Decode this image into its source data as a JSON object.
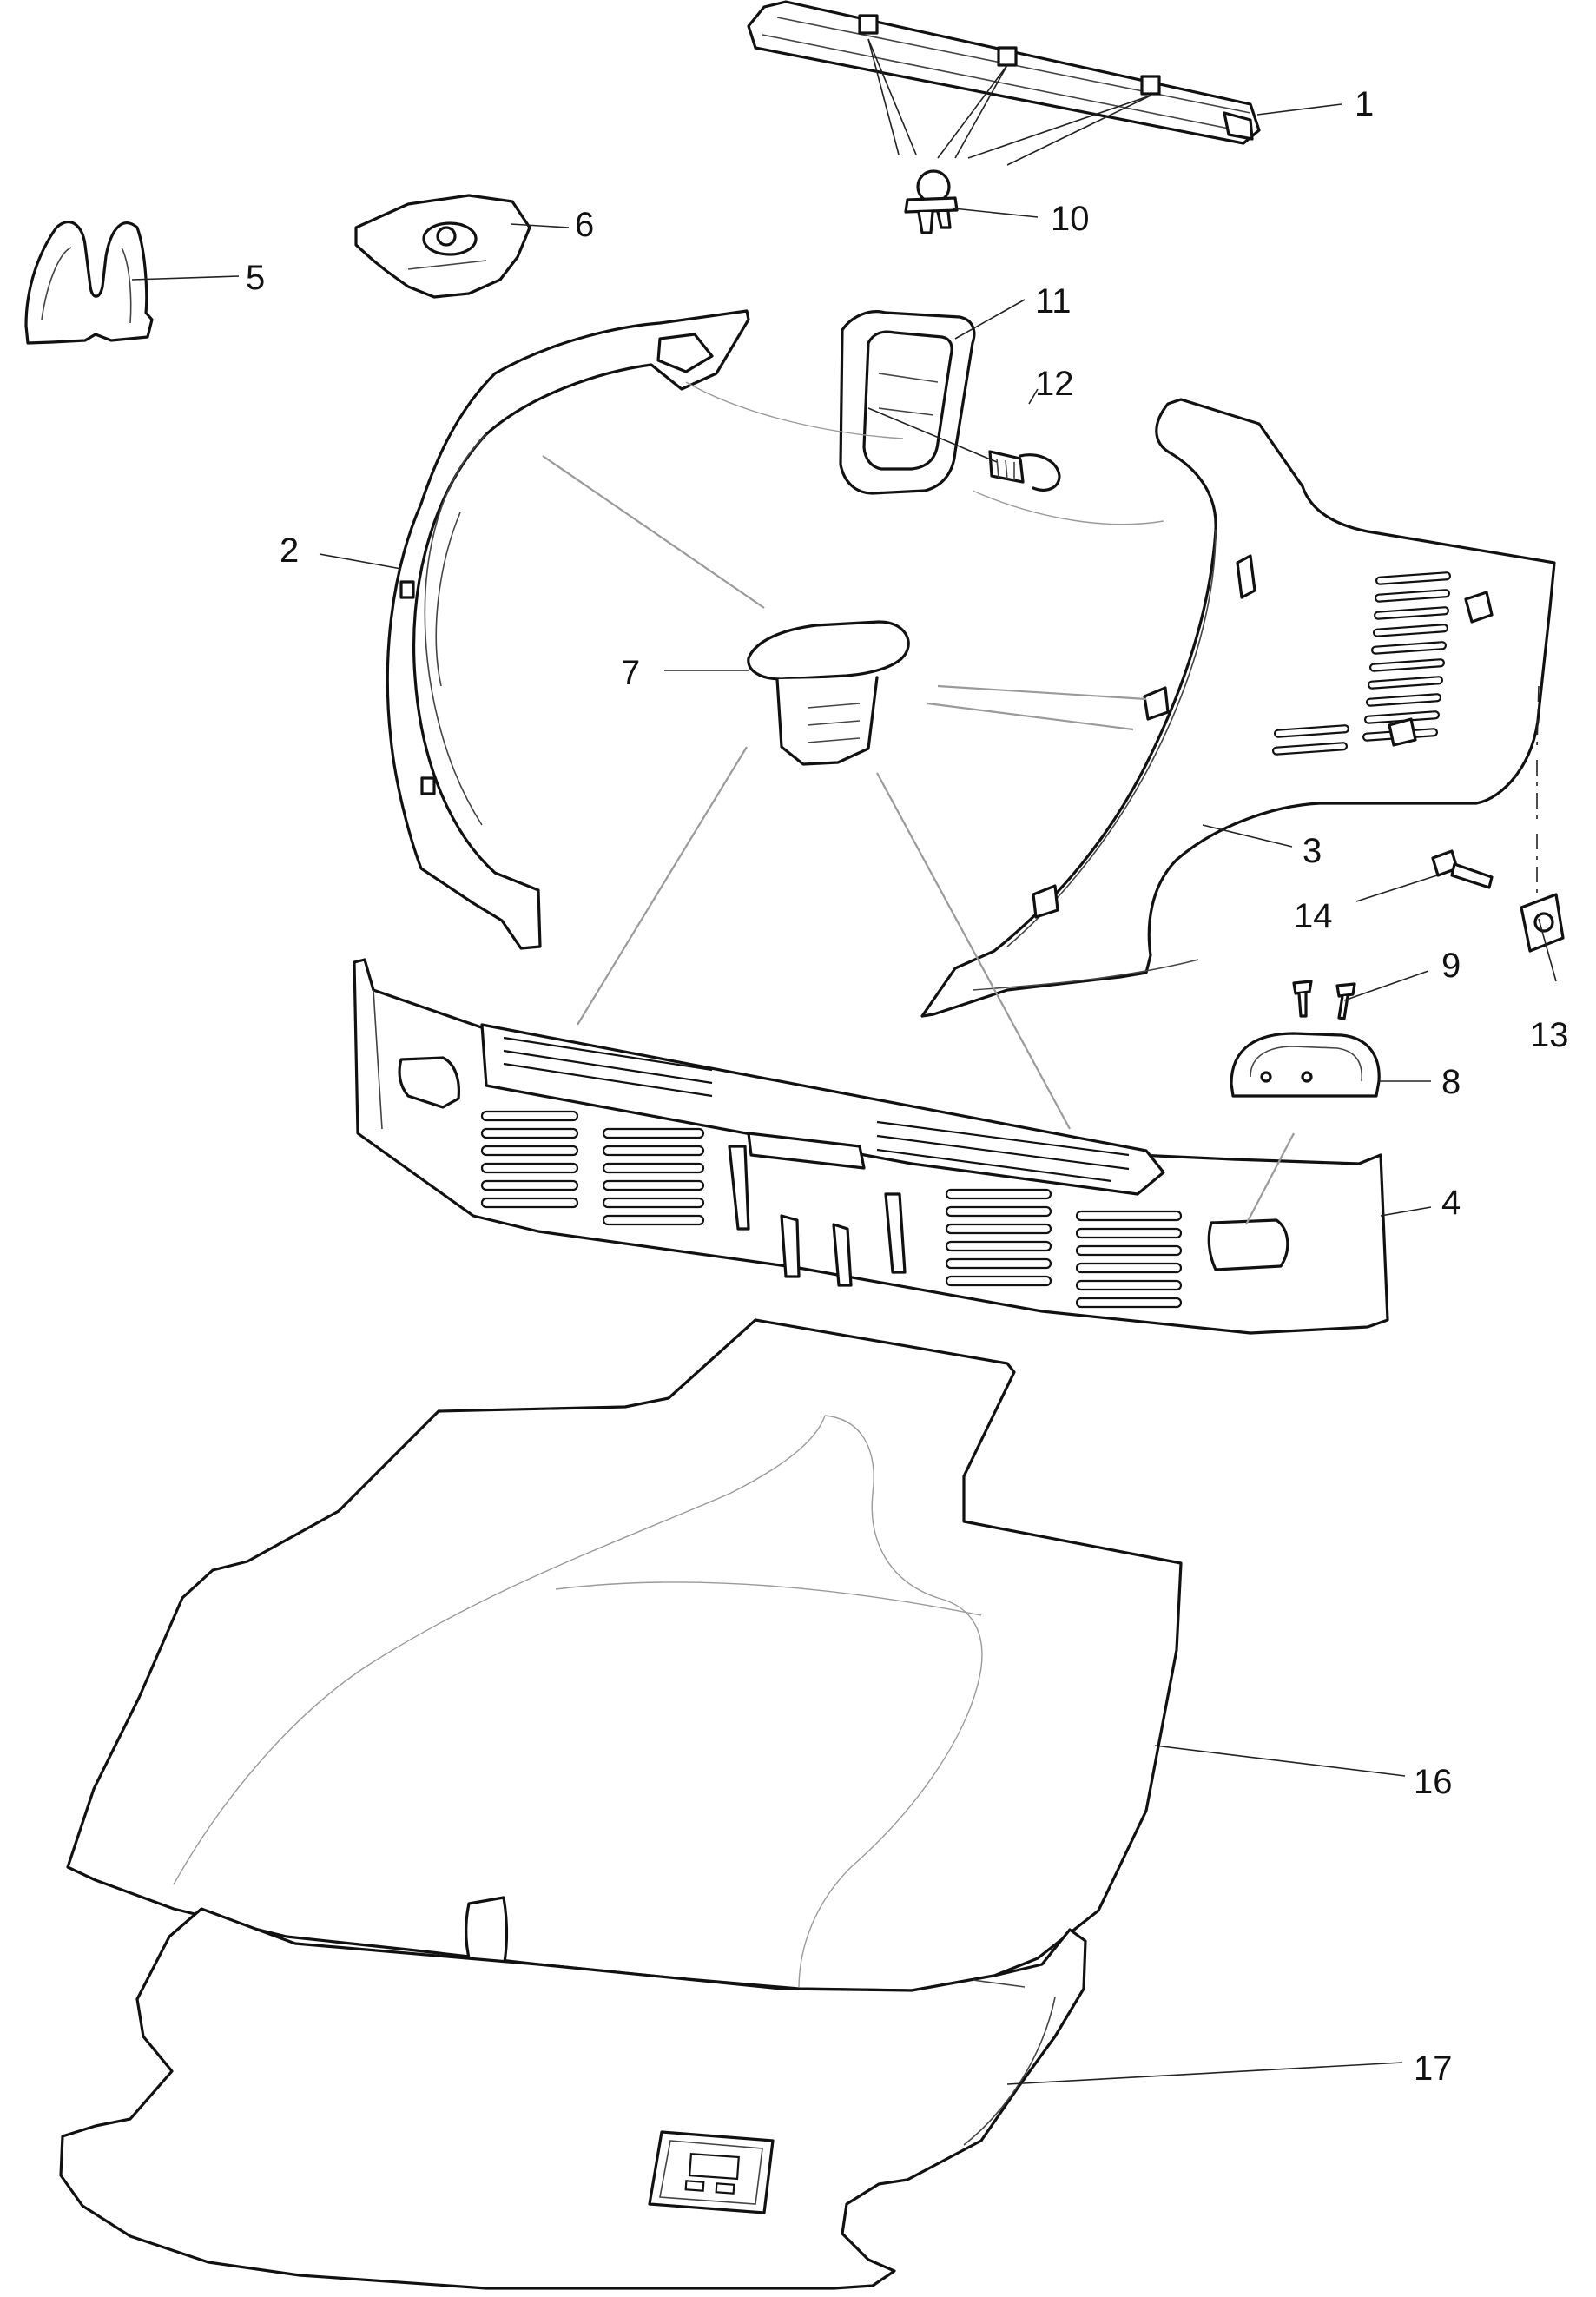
{
  "callouts": [
    "1",
    "2",
    "3",
    "4",
    "5",
    "6",
    "7",
    "8",
    "9",
    "10",
    "11",
    "12",
    "13",
    "14",
    "16",
    "17"
  ],
  "colors": {
    "line": "#111111",
    "background": "#ffffff",
    "reference_line": "#9a9a9a"
  }
}
